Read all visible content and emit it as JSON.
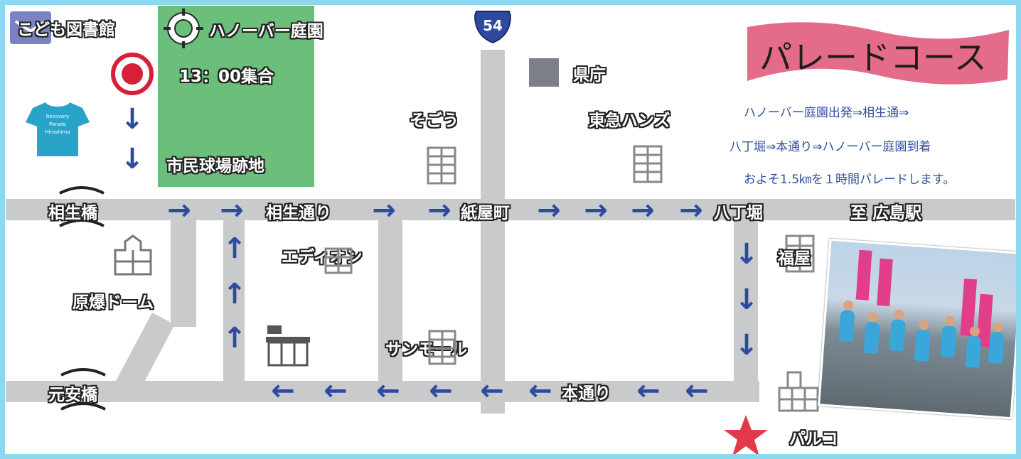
{
  "title": "パレードコース",
  "route_description": [
    "ハノーバー庭園出発⇒相生通⇒",
    "八丁堀⇒本通り⇒ハノーバー庭園到着",
    "およそ1.5㎞を１時間パレードします。"
  ],
  "places": {
    "library": "こども図書館",
    "hannover_garden": "ハノーバー庭園",
    "gathering_time": "13：00集合",
    "stadium_site": "市民球場跡地",
    "aioi_bridge": "相生橋",
    "aioi_street": "相生通り",
    "kamiyacho": "紙屋町",
    "hacchobori": "八丁堀",
    "to_hiroshima_station": "至 広島駅",
    "atomic_dome": "原爆ドーム",
    "aeon": "エディオン",
    "sunmall": "サンモール",
    "motoyasu_bridge": "元安橋",
    "hondori": "本通り",
    "fukuya": "福屋",
    "parco": "パルコ",
    "sogo": "そごう",
    "tokyu_hands": "東急ハンズ",
    "prefectural_office": "県庁"
  },
  "route_number": "54",
  "tshirt_text": [
    "Recovery",
    "Parade",
    "Hiroshima"
  ],
  "colors": {
    "road": "#c8cacc",
    "park": "#6cbf7b",
    "arrow": "#2e4aa0",
    "banner": "#e46b8a",
    "frame": "#8ed8ef",
    "star": "#e23a4a",
    "start_marker": "#d81f3a",
    "tshirt": "#2aa3c9"
  }
}
